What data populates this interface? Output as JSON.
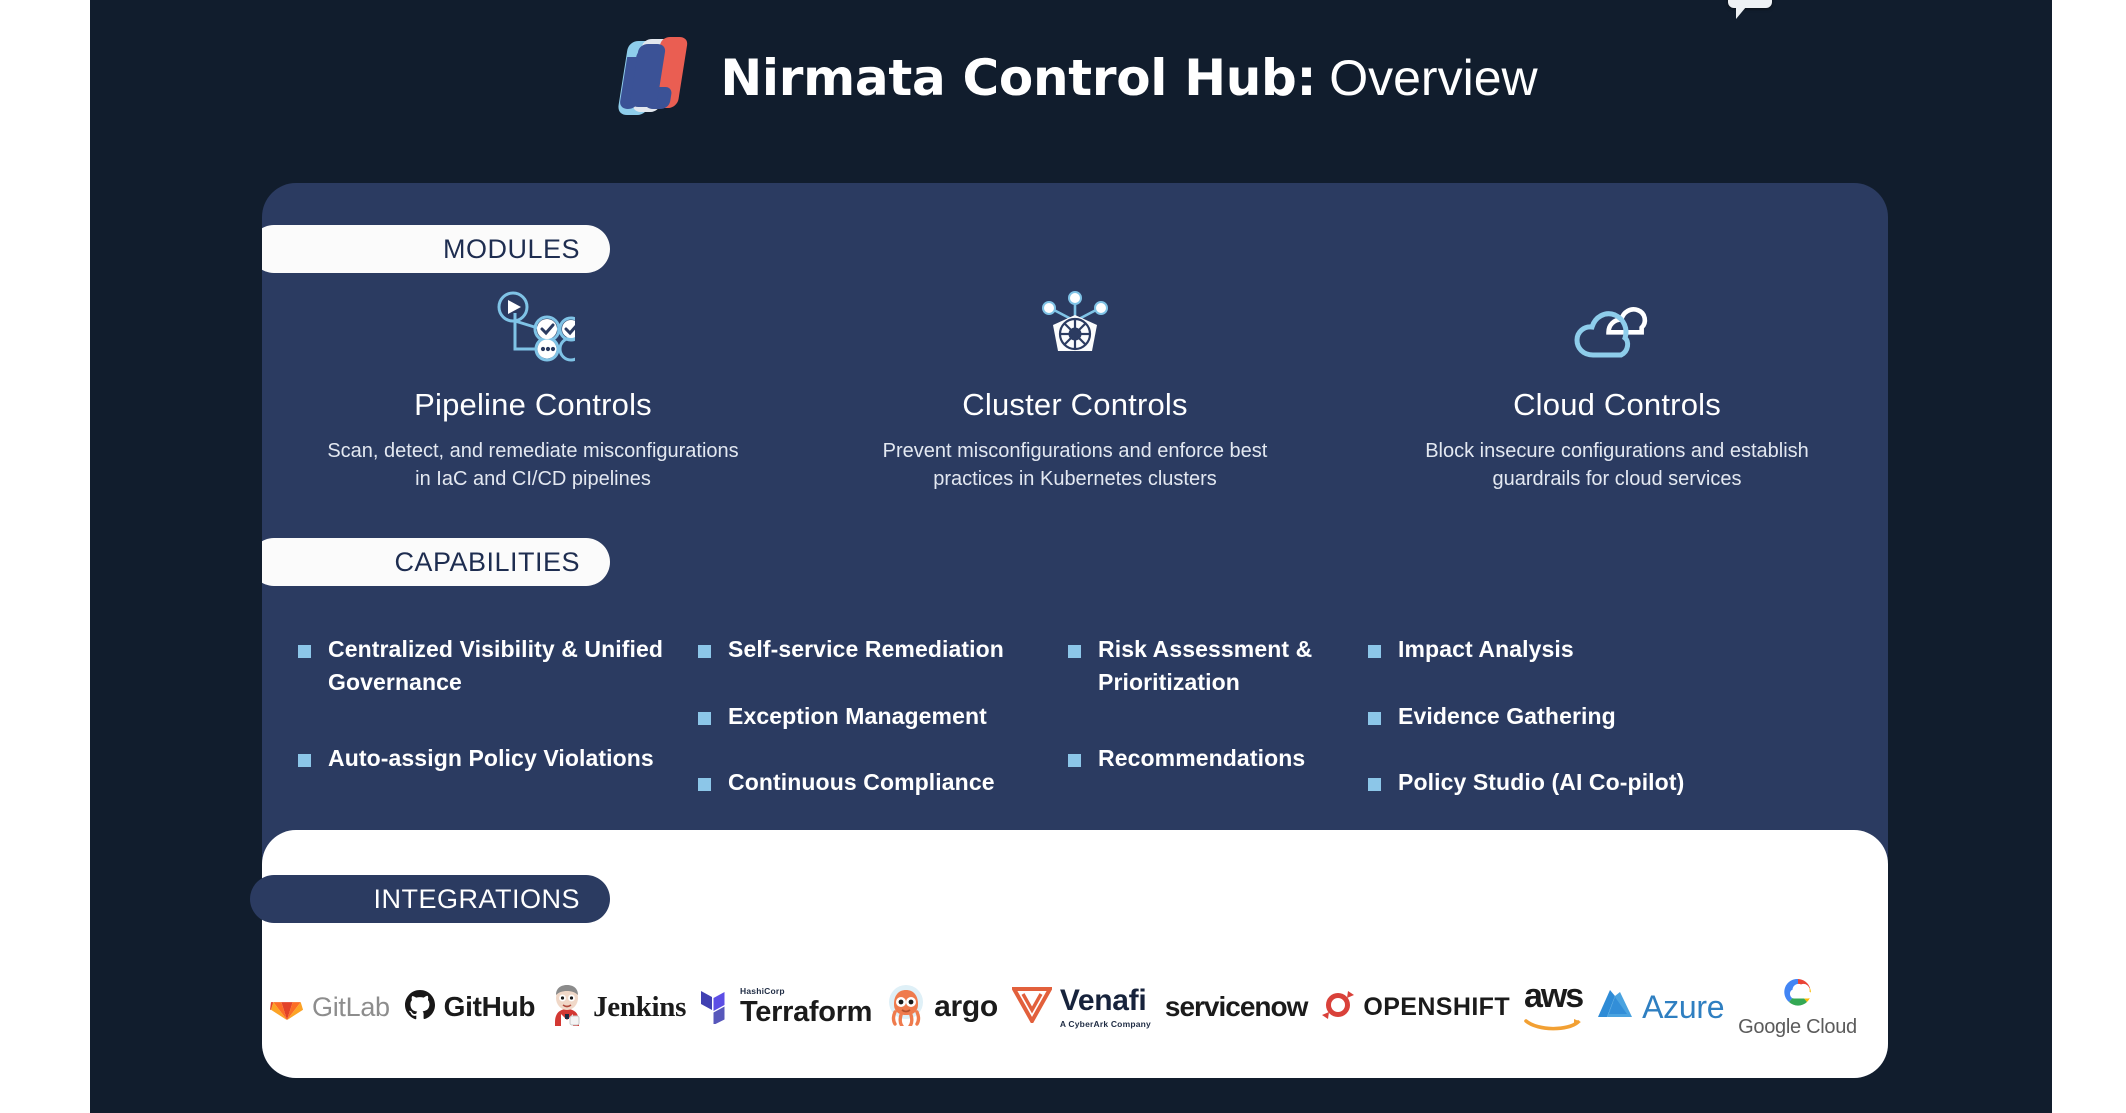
{
  "header": {
    "title_bold": "Nirmata Control Hub:",
    "title_light": "Overview",
    "logo_icon": "nirmata-n-logo"
  },
  "colors": {
    "slide_bg": "#111d2d",
    "card_bg": "#2b3b61",
    "pill_light_bg": "#fbfbfb",
    "pill_text_dark": "#1e2d50",
    "bullet": "#8cc6e8",
    "accent_light_blue": "#8cc6e8",
    "accent_red": "#ea5e52",
    "footer_bg": "#ffffff"
  },
  "sections": {
    "modules_label": "MODULES",
    "capabilities_label": "CAPABILITIES",
    "integrations_label": "INTEGRATIONS"
  },
  "modules": [
    {
      "icon": "pipeline-graph-icon",
      "title": "Pipeline Controls",
      "desc": "Scan, detect, and remediate misconfigurations in IaC and CI/CD pipelines"
    },
    {
      "icon": "kubernetes-helm-icon",
      "title": "Cluster Controls",
      "desc": "Prevent misconfigurations and enforce best practices in Kubernetes clusters"
    },
    {
      "icon": "cloud-stack-icon",
      "title": "Cloud Controls",
      "desc": "Block insecure configurations and establish guardrails for cloud services"
    }
  ],
  "capabilities": [
    [
      "Centralized Visibility & Unified Governance",
      "Auto-assign Policy Violations"
    ],
    [
      "Self-service Remediation",
      "Exception Management",
      "Continuous Compliance"
    ],
    [
      "Risk Assessment & Prioritization",
      "Recommendations"
    ],
    [
      "Impact Analysis",
      "Evidence Gathering",
      "Policy Studio (AI Co-pilot)"
    ]
  ],
  "integrations": [
    {
      "name": "GitLab",
      "icon": "gitlab-fox-icon",
      "label": "GitLab",
      "sub": ""
    },
    {
      "name": "GitHub",
      "icon": "github-octocat-icon",
      "label": "GitHub",
      "sub": ""
    },
    {
      "name": "Jenkins",
      "icon": "jenkins-butler-icon",
      "label": "Jenkins",
      "sub": ""
    },
    {
      "name": "Terraform",
      "icon": "terraform-icon",
      "label": "Terraform",
      "sub": "HashiCorp"
    },
    {
      "name": "Argo",
      "icon": "argo-octopus-icon",
      "label": "argo",
      "sub": ""
    },
    {
      "name": "Venafi",
      "icon": "venafi-v-icon",
      "label": "Venafi",
      "sub": "A CyberArk Company"
    },
    {
      "name": "ServiceNow",
      "icon": "servicenow-icon",
      "label": "servicenow",
      "sub": ""
    },
    {
      "name": "OpenShift",
      "icon": "openshift-icon",
      "label": "OPENSHIFT",
      "sub": ""
    },
    {
      "name": "AWS",
      "icon": "aws-icon",
      "label": "aws",
      "sub": ""
    },
    {
      "name": "Azure",
      "icon": "azure-triangle-icon",
      "label": "Azure",
      "sub": ""
    },
    {
      "name": "Google Cloud",
      "icon": "google-cloud-icon",
      "label": "Google Cloud",
      "sub": ""
    }
  ],
  "annotations": {
    "comment_bubble": "comment-bubble-marker"
  }
}
